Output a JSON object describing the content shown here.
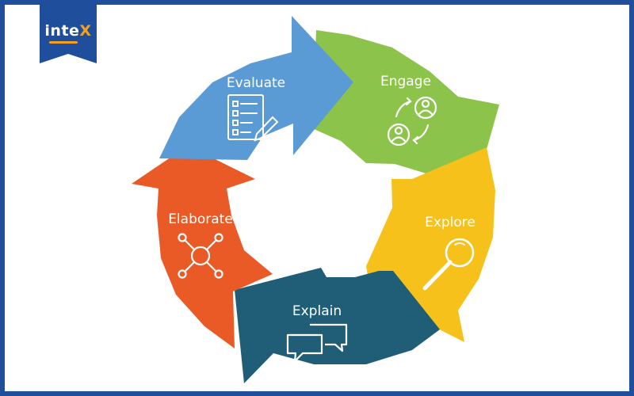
{
  "logo": {
    "text_main": "inte",
    "text_accent": "X",
    "colors": {
      "badge": "#1f4e9c",
      "accent": "#f5a01e"
    }
  },
  "frame": {
    "border_color": "#1f4e9c"
  },
  "stages": [
    {
      "label": "Engage",
      "color": "#8cc34a",
      "icon": "people-exchange-icon"
    },
    {
      "label": "Explore",
      "color": "#f6c11b",
      "icon": "magnifying-glass-icon"
    },
    {
      "label": "Explain",
      "color": "#1f5e76",
      "icon": "speech-bubbles-icon"
    },
    {
      "label": "Elaborate",
      "color": "#ea5a27",
      "icon": "network-nodes-icon"
    },
    {
      "label": "Evaluate",
      "color": "#5b9bd5",
      "icon": "checklist-pencil-icon"
    }
  ]
}
